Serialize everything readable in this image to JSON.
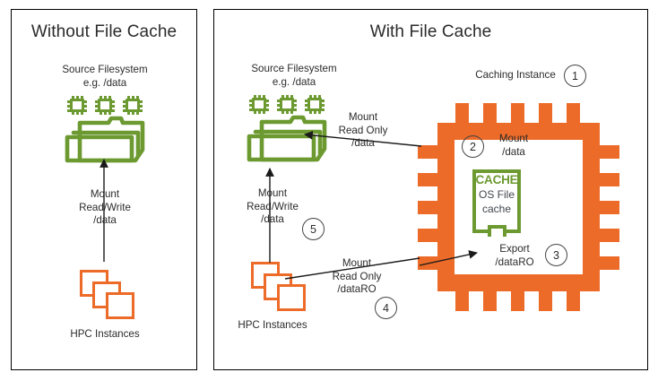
{
  "panels": {
    "left": {
      "title": "Without File Cache"
    },
    "right": {
      "title": "With File Cache"
    }
  },
  "colors": {
    "orange": "#ED6B28",
    "green": "#6C9A31",
    "border": "#000000",
    "text": "#2b2b2b"
  },
  "left_panel": {
    "source_filesystem_label": "Source Filesystem\ne.g. /data",
    "mount_label": "Mount\nRead/Write\n/data",
    "hpc_label": "HPC Instances",
    "source_icon": "source-filesystem-icon",
    "hpc_icon": "hpc-instances-icon",
    "arrow": "mount-arrow-up"
  },
  "right_panel": {
    "source_filesystem_label": "Source Filesystem\ne.g. /data",
    "mount_rw_label": "Mount\nRead/Write\n/data",
    "hpc_label": "HPC Instances",
    "mount_ro_data_label": "Mount\nRead Only\n/data",
    "mount_ro_dataro_label": "Mount\nRead Only\n/dataRO",
    "caching_instance_label": "Caching Instance",
    "cpu_mount_label": "Mount\n/data",
    "cpu_export_label": "Export\n/dataRO",
    "cache_icon": {
      "title": "CACHE",
      "line2": "OS File",
      "line3": "cache"
    }
  },
  "callouts": [
    {
      "id": "1",
      "number": "1",
      "refers_to": "caching-instance"
    },
    {
      "id": "2",
      "number": "2",
      "refers_to": "mount-data"
    },
    {
      "id": "3",
      "number": "3",
      "refers_to": "export-dataro"
    },
    {
      "id": "4",
      "number": "4",
      "refers_to": "mount-read-only-dataro"
    },
    {
      "id": "5",
      "number": "5",
      "refers_to": "mount-read-write-data"
    }
  ]
}
